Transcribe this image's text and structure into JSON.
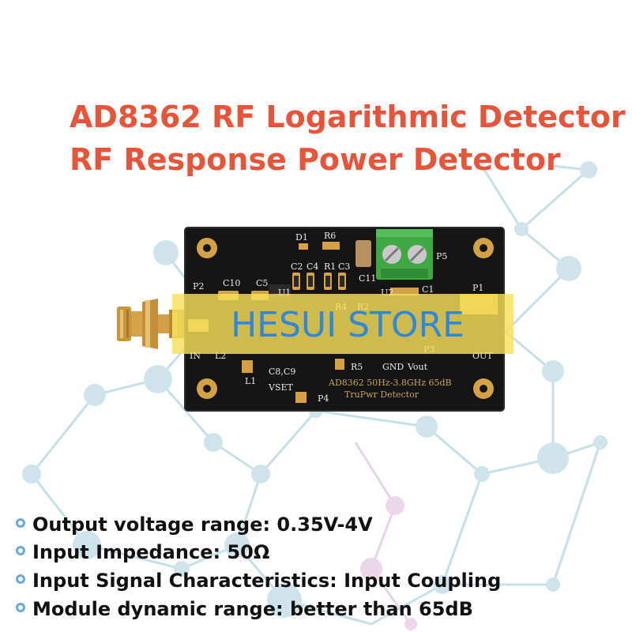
{
  "title": {
    "line1": "AD8362 RF Logarithmic Detector",
    "line2": "RF Response Power Detector"
  },
  "watermark": "HESUI STORE",
  "board": {
    "silkscreen_model": "AD8362 50Hz-3.8GHz 65dB",
    "silkscreen_name": "TruPwr Detector",
    "labels": {
      "d1": "D1",
      "r6": "R6",
      "c2": "C2",
      "c4": "C4",
      "r1": "R1",
      "c3": "C3",
      "c11": "C11",
      "p5": "P5",
      "p2": "P2",
      "c10": "C10",
      "c5": "C5",
      "u1": "U1",
      "u2": "U2",
      "c1": "C1",
      "p1": "P1",
      "r4": "R4",
      "r2": "R2",
      "in": "IN",
      "l2": "L2",
      "p3": "P3",
      "out": "OUT",
      "r5": "R5",
      "gnd": "GND",
      "vout": "Vout",
      "c8c9": "C8,C9",
      "l1": "L1",
      "vset": "VSET",
      "p4": "P4"
    }
  },
  "specs": [
    "Output voltage range: 0.35V-4V",
    "Input Impedance: 50Ω",
    "Input Signal Characteristics: Input Coupling",
    "Module dynamic range: better than 65dB"
  ],
  "colors": {
    "title": "#e8543a",
    "watermark_text": "#2f88dd",
    "watermark_bg": "#f8e158",
    "pcb": "#151515",
    "gold": "#d4a245",
    "terminal_green": "#3fa845",
    "bullet": "#6aa9d8"
  }
}
